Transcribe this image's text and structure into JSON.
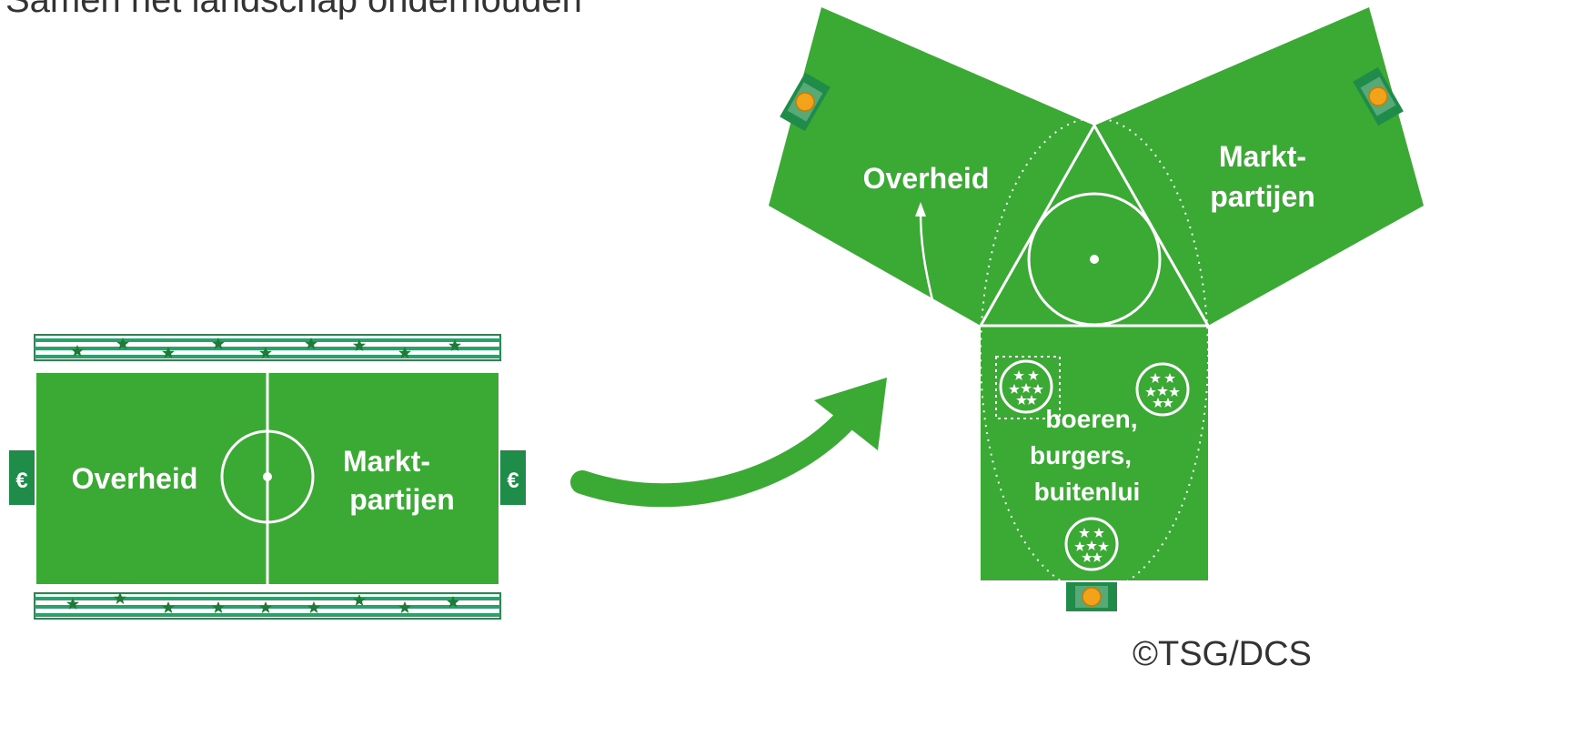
{
  "title": "Samen het landschap onderhouden",
  "left_field": {
    "left_label": "Overheid",
    "right_label_line1": "Markt-",
    "right_label_line2": "partijen",
    "goal_symbol": "€"
  },
  "right_field": {
    "overheid_label": "Overheid",
    "markt_label_line1": "Markt-",
    "markt_label_line2": "partijen",
    "center_label_line1": "boeren,",
    "center_label_line2": "burgers,",
    "center_label_line3": "buitenlui"
  },
  "copyright": "©TSG/DCS",
  "colors": {
    "field": "#3aaa35",
    "stand": "#1f8c4a",
    "line": "#ffffff",
    "coin": "#f2a21b",
    "text_dark": "#333333"
  },
  "icons": [
    "euro-goal-icon",
    "coin-goal-icon",
    "star-badge-icon",
    "arrow-icon"
  ]
}
